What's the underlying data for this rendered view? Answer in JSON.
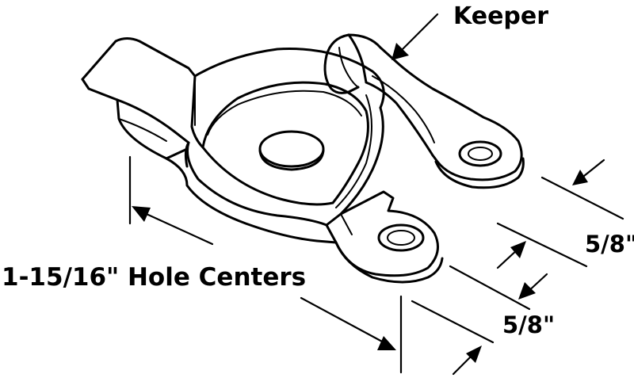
{
  "labels": {
    "keeper": "Keeper",
    "hole_centers": "1-15/16\" Hole Centers",
    "dim_upper": "5/8\"",
    "dim_lower": "5/8\""
  },
  "colors": {
    "ink": "#000000",
    "background": "#ffffff"
  }
}
